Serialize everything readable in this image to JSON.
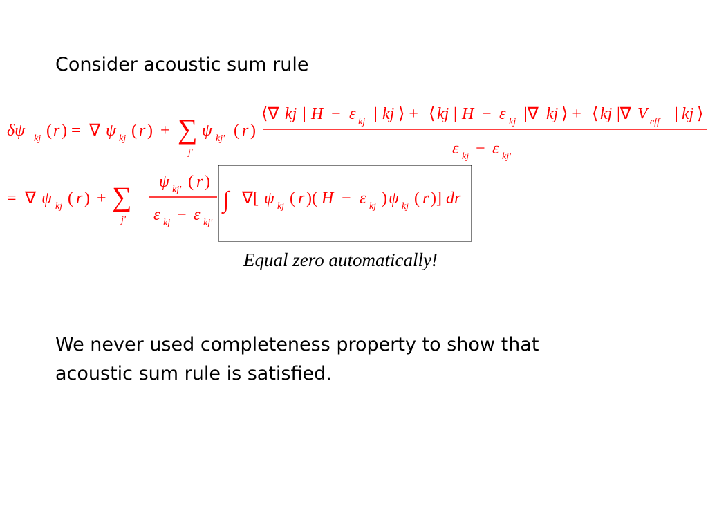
{
  "slide": {
    "heading": "Consider acoustic sum rule",
    "note": "Equal zero automatically!",
    "conclusion_line1": "We never used completeness property to show that",
    "conclusion_line2": "acoustic sum rule is satisfied."
  },
  "colors": {
    "equation": "#ff0000",
    "text": "#000000",
    "box_border": "#000000"
  }
}
